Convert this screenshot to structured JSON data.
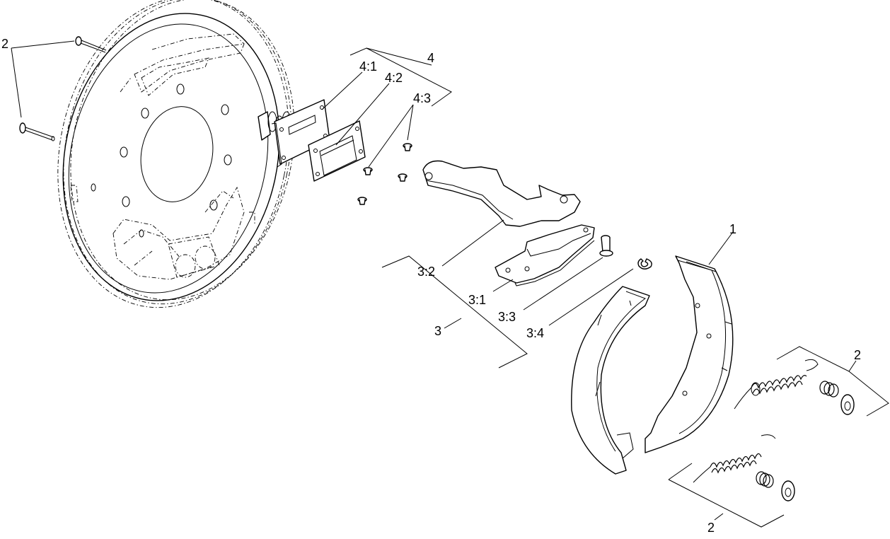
{
  "callouts": {
    "shoe": "1",
    "pin_left": "2",
    "spring_kit_upper": "2",
    "spring_kit_lower": "2",
    "lever_kit": "3",
    "lever_plate": "3:1",
    "lever_arm": "3:2",
    "lever_pin": "3:3",
    "lever_clip": "3:4",
    "cover_kit": "4",
    "cover_plate": "4:1",
    "cover_gasket": "4:2",
    "cover_screws": "4:3"
  },
  "colors": {
    "line": "#000000",
    "background": "#ffffff"
  }
}
